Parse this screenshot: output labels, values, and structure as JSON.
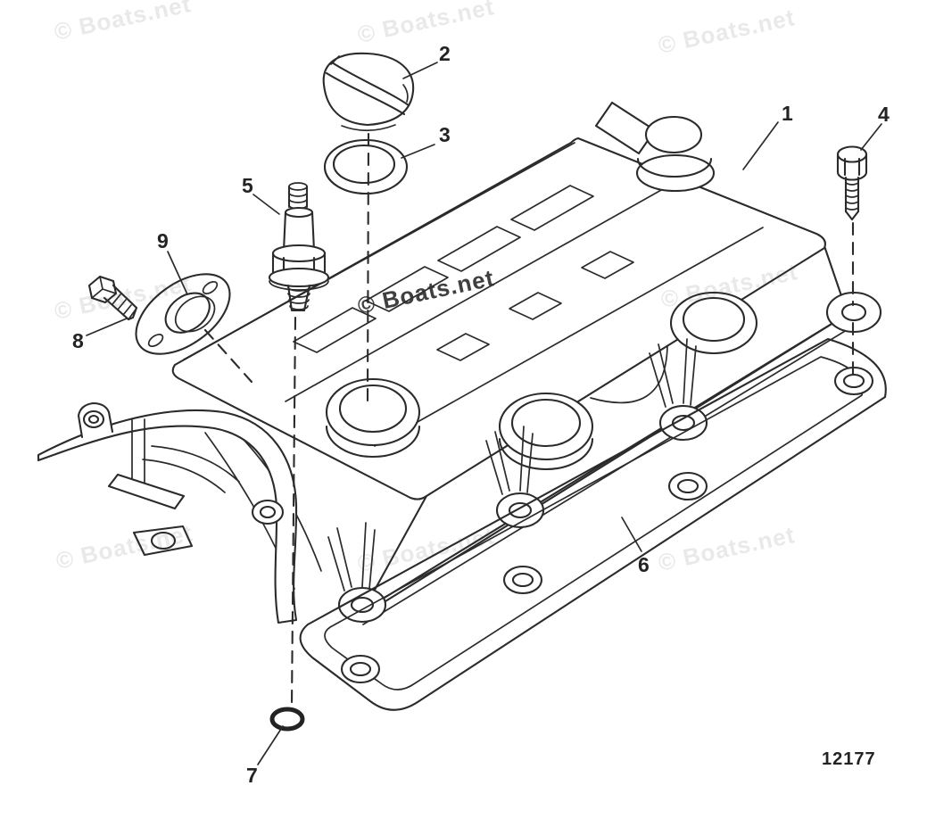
{
  "watermark": {
    "text": "© Boats.net",
    "light_color": "#e9e9e9",
    "dark_color": "#3f3f3f"
  },
  "colors": {
    "line": "#2b2b2b",
    "background": "#ffffff"
  },
  "callouts": [
    {
      "text": "1"
    },
    {
      "text": "2"
    },
    {
      "text": "3"
    },
    {
      "text": "4"
    },
    {
      "text": "5"
    },
    {
      "text": "6"
    },
    {
      "text": "7"
    },
    {
      "text": "8"
    },
    {
      "text": "9"
    }
  ],
  "part_number": "12177"
}
